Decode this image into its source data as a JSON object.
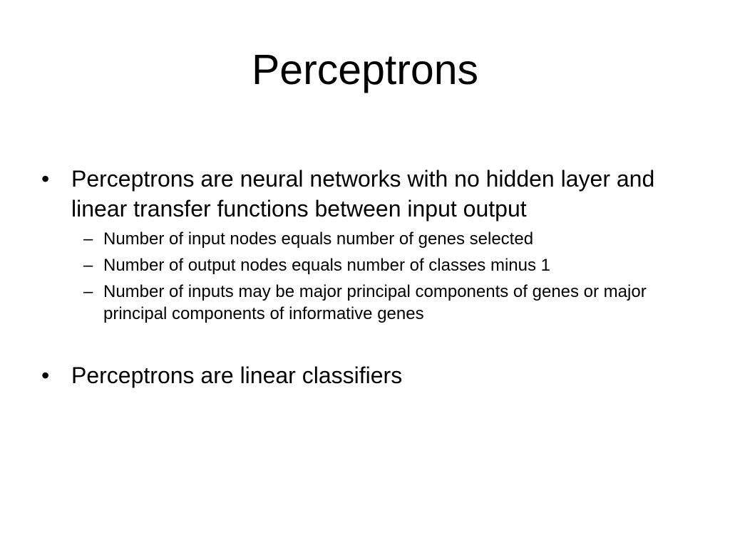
{
  "slide": {
    "title": "Perceptrons",
    "bullets": [
      {
        "marker": "•",
        "text": "Perceptrons are neural networks with no hidden layer and linear transfer functions between input output",
        "subbullets": [
          {
            "marker": "–",
            "text": "Number of input nodes equals number of genes selected"
          },
          {
            "marker": "–",
            "text": "Number of output nodes equals number of classes minus 1"
          },
          {
            "marker": "–",
            "text": "Number of inputs may be major principal components of genes or major principal components of informative genes"
          }
        ]
      },
      {
        "marker": "•",
        "text": "Perceptrons are linear classifiers",
        "subbullets": []
      }
    ]
  }
}
